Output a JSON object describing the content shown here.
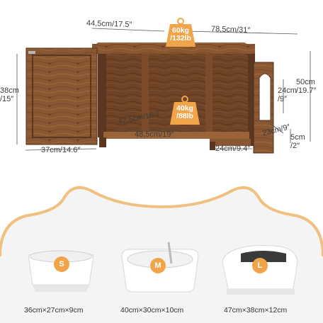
{
  "colors": {
    "wood_dark": "#5b3620",
    "wood_mid": "#8a5733",
    "wood_light": "#b07a4c",
    "tag_orange": "#f0a54a",
    "panel_bg": "#f4f4f4"
  },
  "dimensions": {
    "depth": "44,5cm/17.5″",
    "width": "78,5cm/31″",
    "height_left_cm": "38cm",
    "height_left_in": "/15″",
    "height_right_cm": "50cm",
    "height_right_in": "/19.7″",
    "door_width": "37cm/14.6″",
    "inner_depth": "42,5cm/16.7″",
    "inner_width": "48,5cm/19″",
    "opening_height_cm": "24cm",
    "opening_height_in": "/9″",
    "opening_width": "23cm/9″",
    "leg_height_cm": "5cm",
    "leg_height_in": "/2″",
    "side_width": "24cm/9.4″"
  },
  "weights": {
    "top_line1": "60kg",
    "top_line2": "/132lb",
    "inner_line1": "40kg",
    "inner_line2": "/88lb"
  },
  "litter_boxes": [
    {
      "size": "S",
      "caption": "36cm×27cm×9cm"
    },
    {
      "size": "M",
      "caption": "40cm×30cm×10cm"
    },
    {
      "size": "L",
      "caption": "47cm×38cm×12cm"
    }
  ]
}
